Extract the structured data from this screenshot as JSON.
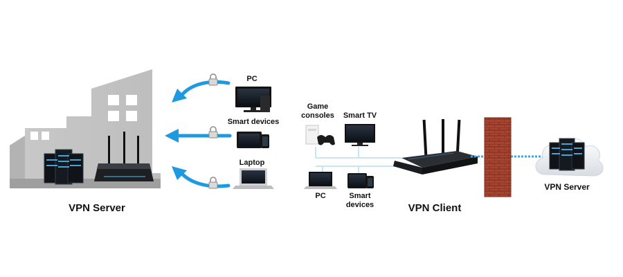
{
  "left": {
    "server_label": "VPN Server",
    "devices": [
      {
        "label": "PC",
        "icon": "desktop-monitor-icon"
      },
      {
        "label": "Smart devices",
        "icon": "tablet-phone-icon"
      },
      {
        "label": "Laptop",
        "icon": "laptop-icon"
      }
    ],
    "arrow_color": "#1e9be0",
    "lock_icon": "padlock-icon"
  },
  "right": {
    "client_label": "VPN Client",
    "server_label": "VPN Server",
    "devices": {
      "game_consoles_line1": "Game",
      "game_consoles_line2": "consoles",
      "smart_tv": "Smart TV",
      "pc": "PC",
      "smart_devices_line1": "Smart",
      "smart_devices_line2": "devices"
    },
    "tunnel_color": "#38a8e8",
    "firewall_color": "#a8432f"
  }
}
